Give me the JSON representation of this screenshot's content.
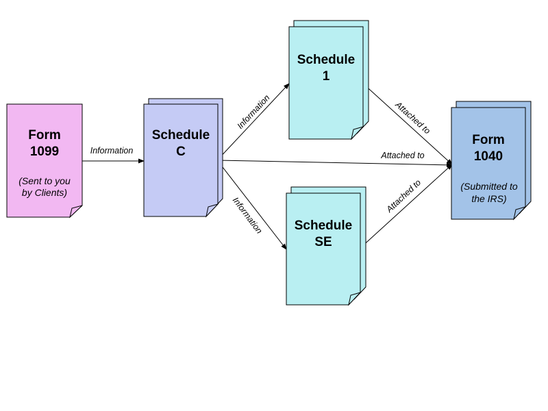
{
  "diagram": {
    "colors": {
      "form1099": "#f2b8f2",
      "schedule_c": "#c5cbf5",
      "schedule_1": "#b9eff2",
      "schedule_se": "#b9eff2",
      "form1040": "#a3c3e8",
      "stroke": "#000000"
    },
    "nodes": {
      "form1099": {
        "title_line1": "Form",
        "title_line2": "1099",
        "note_line1": "(Sent to you",
        "note_line2": "by Clients)"
      },
      "schedule_c": {
        "title_line1": "Schedule",
        "title_line2": "C"
      },
      "schedule_1": {
        "title_line1": "Schedule",
        "title_line2": "1"
      },
      "schedule_se": {
        "title_line1": "Schedule",
        "title_line2": "SE"
      },
      "form1040": {
        "title_line1": "Form",
        "title_line2": "1040",
        "note_line1": "(Submitted to",
        "note_line2": "the IRS)"
      }
    },
    "edges": {
      "form1099_to_schedule_c": "Information",
      "schedule_c_to_schedule_1": "Information",
      "schedule_c_to_schedule_se": "Information",
      "schedule_1_to_form1040": "Attached to",
      "schedule_c_to_form1040": "Attached to",
      "schedule_se_to_form1040": "Attached to"
    }
  }
}
